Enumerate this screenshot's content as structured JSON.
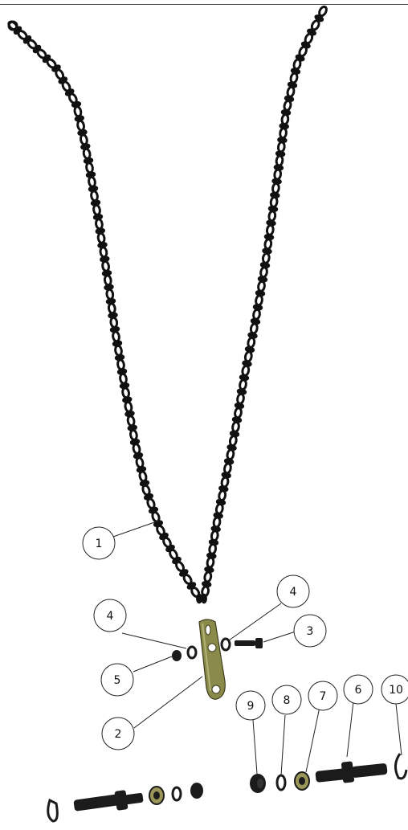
{
  "colors": {
    "chain": "#111111",
    "plate": "#8a8a4a",
    "plate_edge": "#3d3d1e",
    "hardware": "#1b1b1b",
    "bushing": "#9a9658",
    "leader": "#222222"
  },
  "callouts": [
    {
      "id": "callout-1",
      "label": "1"
    },
    {
      "id": "callout-2",
      "label": "2"
    },
    {
      "id": "callout-3",
      "label": "3"
    },
    {
      "id": "callout-4a",
      "label": "4"
    },
    {
      "id": "callout-4b",
      "label": "4"
    },
    {
      "id": "callout-5",
      "label": "5"
    },
    {
      "id": "callout-6",
      "label": "6"
    },
    {
      "id": "callout-7",
      "label": "7"
    },
    {
      "id": "callout-8",
      "label": "8"
    },
    {
      "id": "callout-9",
      "label": "9"
    },
    {
      "id": "callout-10",
      "label": "10"
    }
  ]
}
